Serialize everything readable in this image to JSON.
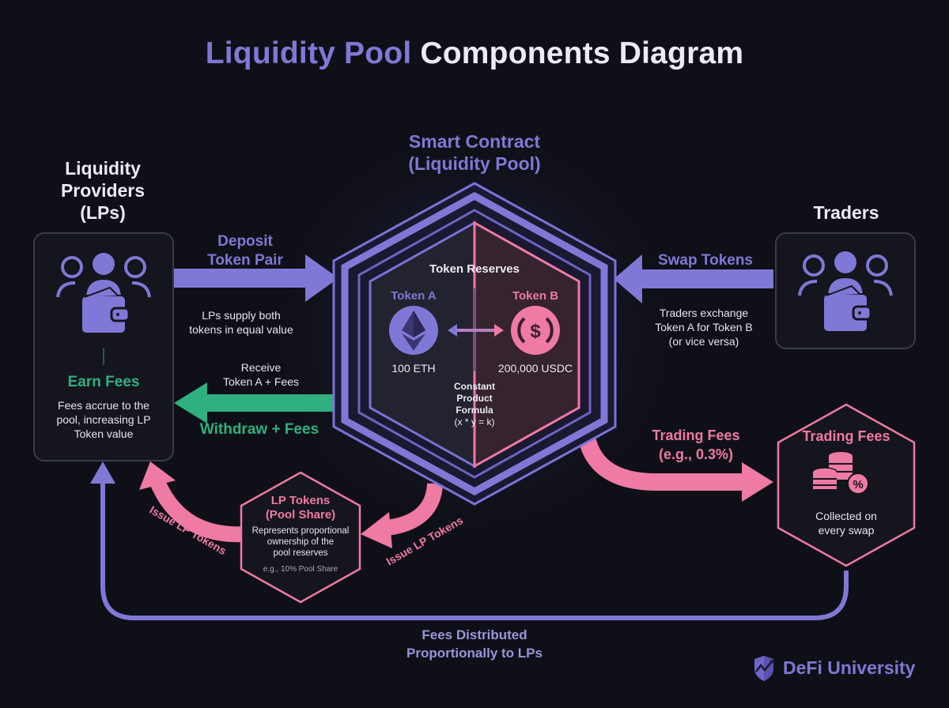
{
  "title": {
    "part1": "Liquidity Pool",
    "part2": "Components Diagram"
  },
  "colors": {
    "background": "#0f1017",
    "purple": "#8078d6",
    "pink": "#ef7aa4",
    "green": "#2fb07f",
    "text": "#ecebf3"
  },
  "liquidity_providers": {
    "heading_line1": "Liquidity",
    "heading_line2": "Providers",
    "heading_line3": "(LPs)",
    "icon": "users-wallet-icon",
    "earn_fees_title": "Earn Fees",
    "earn_fees_line1": "Fees accrue to the",
    "earn_fees_line2": "pool, increasing LP",
    "earn_fees_line3": "Token value"
  },
  "deposit": {
    "label_line1": "Deposit",
    "label_line2": "Token Pair",
    "note_line1": "LPs supply both",
    "note_line2": "tokens in equal value"
  },
  "withdraw": {
    "note_line1": "Receive",
    "note_line2": "Token A + Fees",
    "label": "Withdraw + Fees"
  },
  "smart_contract": {
    "heading_line1": "Smart Contract",
    "heading_line2": "(Liquidity Pool)",
    "reserves_title": "Token Reserves",
    "token_a": {
      "label": "Token A",
      "amount": "100 ETH",
      "icon": "ethereum-icon"
    },
    "token_b": {
      "label": "Token B",
      "amount": "200,000 USDC",
      "icon": "usdc-icon"
    },
    "formula_line1": "Constant",
    "formula_line2": "Product",
    "formula_line3": "Formula",
    "formula_line4": "(x * y = k)"
  },
  "traders": {
    "heading": "Traders",
    "icon": "users-wallet-icon",
    "swap_label": "Swap Tokens",
    "note_line1": "Traders exchange",
    "note_line2": "Token A for Token B",
    "note_line3": "(or vice versa)"
  },
  "trading_fees_arrow": {
    "label_line1": "Trading Fees",
    "label_line2": "(e.g., 0.3%)"
  },
  "trading_fees_box": {
    "title": "Trading Fees",
    "icon": "coins-percent-icon",
    "note_line1": "Collected on",
    "note_line2": "every swap"
  },
  "lp_tokens": {
    "title_line1": "LP Tokens",
    "title_line2": "(Pool Share)",
    "desc_line1": "Represents proportional",
    "desc_line2": "ownership of the",
    "desc_line3": "pool reserves",
    "example": "e.g., 10% Pool Share",
    "issue_left": "Issue LP Tokens",
    "issue_right": "Issue LP Tokens"
  },
  "fees_distributed": {
    "line1": "Fees Distributed",
    "line2": "Proportionally to LPs"
  },
  "brand": {
    "name": "DeFi University",
    "icon": "shield-chart-icon"
  }
}
